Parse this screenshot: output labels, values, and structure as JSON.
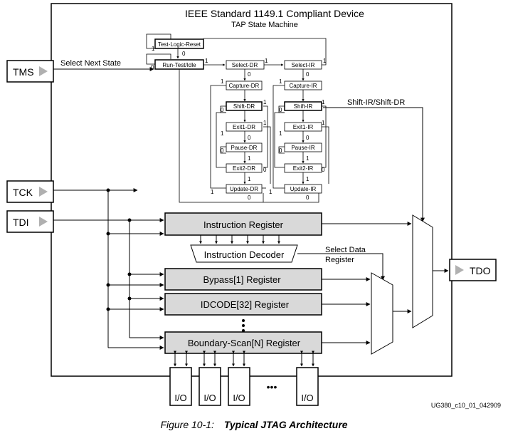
{
  "device": {
    "title": "IEEE Standard 1149.1 Compliant Device",
    "subtitle": "TAP State Machine"
  },
  "pins": {
    "tms": "TMS",
    "tck": "TCK",
    "tdi": "TDI",
    "tdo": "TDO"
  },
  "labels": {
    "select_next_state": "Select Next State",
    "shift_ir_dr": "Shift-IR/Shift-DR",
    "select_data_register_1": "Select Data",
    "select_data_register_2": "Register",
    "ellipsis": "•••"
  },
  "states": {
    "test_logic_reset": "Test-Logic-Reset",
    "run_test_idle": "Run-Test/Idle",
    "select_dr": "Select-DR",
    "capture_dr": "Capture-DR",
    "shift_dr": "Shift-DR",
    "exit1_dr": "Exit1-DR",
    "pause_dr": "Pause-DR",
    "exit2_dr": "Exit2-DR",
    "update_dr": "Update-DR",
    "select_ir": "Select-IR",
    "capture_ir": "Capture-IR",
    "shift_ir": "Shift-IR",
    "exit1_ir": "Exit1-IR",
    "pause_ir": "Pause-IR",
    "exit2_ir": "Exit2-IR",
    "update_ir": "Update-IR"
  },
  "registers": {
    "instruction": "Instruction Register",
    "decoder": "Instruction Decoder",
    "bypass": "Bypass[1] Register",
    "idcode": "IDCODE[32] Register",
    "boundary_scan": "Boundary-Scan[N] Register"
  },
  "io_label": "I/O",
  "caption": {
    "number": "Figure 10-1:",
    "title": "Typical JTAG Architecture"
  },
  "doc_id": "UG380_c10_01_042909",
  "colors": {
    "register_fill": "#d9d9d9",
    "line": "#000000",
    "pin_arrow": "#b0b0b0"
  }
}
